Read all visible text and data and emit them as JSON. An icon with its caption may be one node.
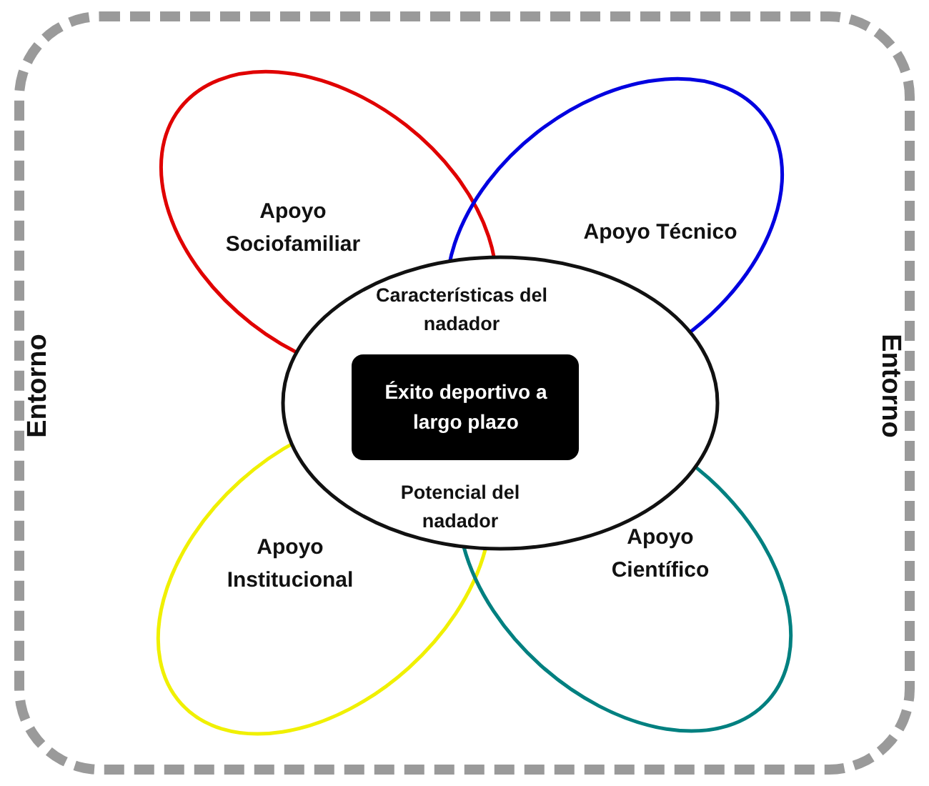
{
  "diagram": {
    "nodes": [
      {
        "text": [
          "Entorno",
          "Entorno"
        ]
      },
      {
        "text": [
          "Apoyo Sociofamiliar"
        ],
        "in": 0
      },
      {
        "text": [
          "Apoyo Técnico"
        ],
        "in": 0
      },
      {
        "text": [
          "Características del nadador",
          "Potencial del nadador"
        ],
        "in": 0
      },
      {
        "text": [
          "Éxito deportivo a largo plazo"
        ],
        "in": 3
      },
      {
        "text": [
          "Apoyo Institucional"
        ],
        "in": 0
      },
      {
        "text": [
          "Apoyo Científico"
        ],
        "in": 0
      }
    ]
  }
}
